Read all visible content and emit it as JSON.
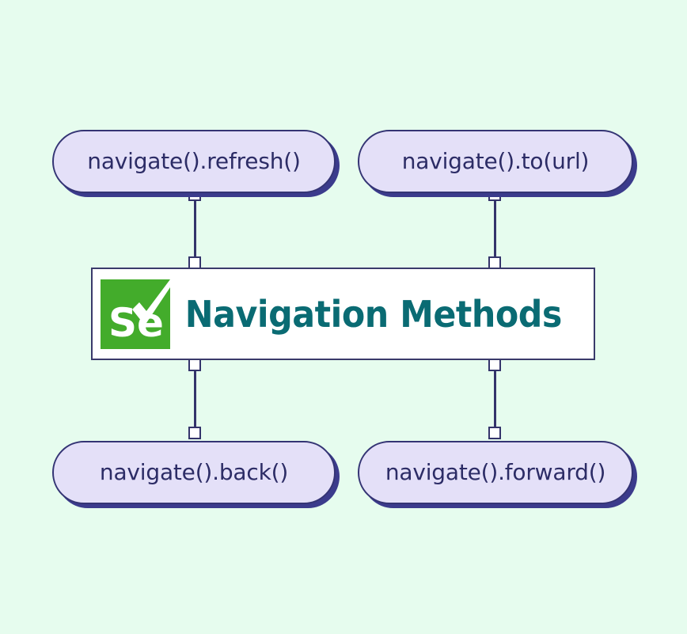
{
  "diagram": {
    "background_color": "#e6fcee",
    "center": {
      "title": "Navigation Methods",
      "title_color": "#0a6b73",
      "box_fill": "#ffffff",
      "box_border_color": "#3a3a6b",
      "logo": {
        "name": "selenium-logo",
        "text": "Se",
        "fill_color": "#43ac2b",
        "mark_color": "#ffffff"
      }
    },
    "node_style": {
      "fill": "#e4e0f8",
      "border_color": "#343474",
      "shadow_color": "#3b3b8c",
      "text_color": "#2c2c66"
    },
    "connector_style": {
      "line_color": "#34346b",
      "handle_fill": "#ffffff",
      "handle_border": "#34346b"
    },
    "nodes": [
      {
        "id": "refresh",
        "label": "navigate().refresh()",
        "position": "top-left"
      },
      {
        "id": "to-url",
        "label": "navigate().to(url)",
        "position": "top-right"
      },
      {
        "id": "back",
        "label": "navigate().back()",
        "position": "bottom-left"
      },
      {
        "id": "forward",
        "label": "navigate().forward()",
        "position": "bottom-right"
      }
    ],
    "connectors": [
      {
        "from": "refresh",
        "to": "center",
        "orientation": "vertical"
      },
      {
        "from": "to-url",
        "to": "center",
        "orientation": "vertical"
      },
      {
        "from": "center",
        "to": "back",
        "orientation": "vertical"
      },
      {
        "from": "center",
        "to": "forward",
        "orientation": "vertical"
      }
    ]
  }
}
